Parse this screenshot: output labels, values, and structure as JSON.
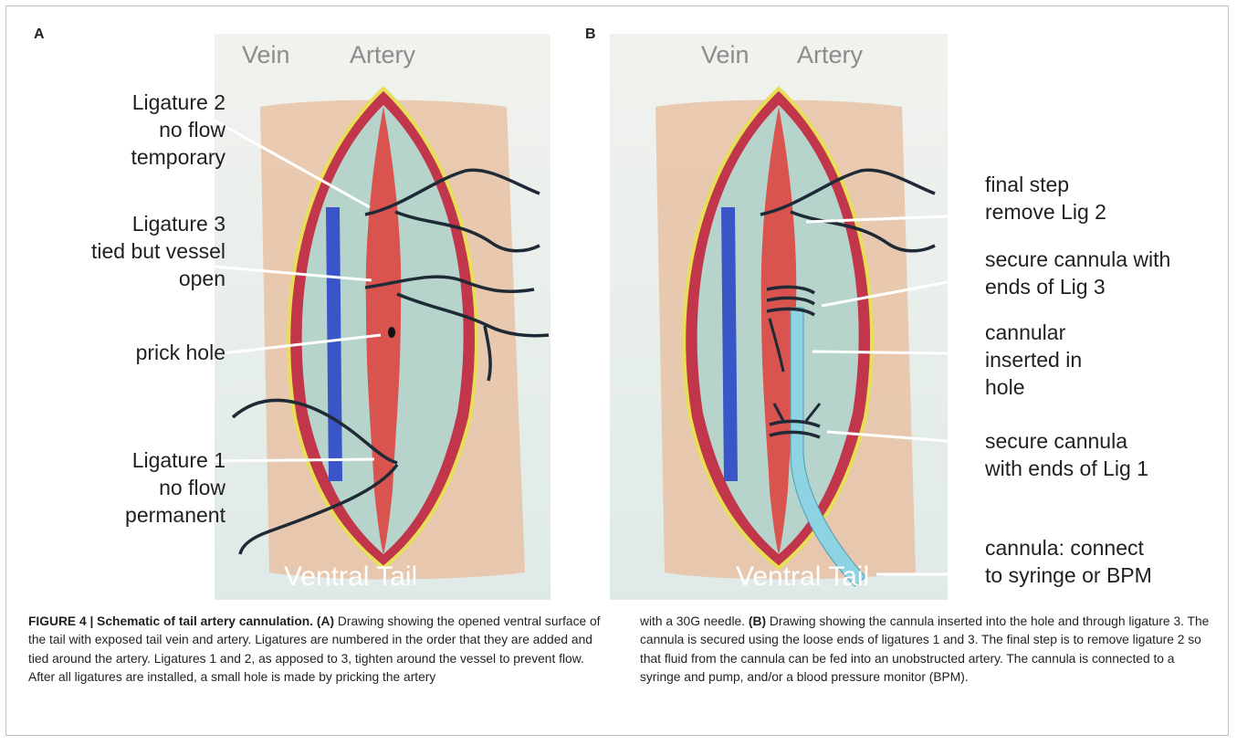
{
  "panels": {
    "a": {
      "letter": "A",
      "top_labels": {
        "vein": "Vein",
        "artery": "Artery"
      },
      "bottom_label": "Ventral Tail",
      "callouts": {
        "ligature2": [
          "Ligature 2",
          "no flow",
          "temporary"
        ],
        "ligature3": [
          "Ligature 3",
          "tied but vessel",
          "open"
        ],
        "prick_hole": [
          "prick hole"
        ],
        "ligature1": [
          "Ligature 1",
          "no flow",
          "permanent"
        ]
      }
    },
    "b": {
      "letter": "B",
      "top_labels": {
        "vein": "Vein",
        "artery": "Artery"
      },
      "bottom_label": "Ventral Tail",
      "callouts": {
        "final_step": [
          "final step",
          "remove Lig 2"
        ],
        "secure_lig3": [
          "secure cannula with",
          "ends of Lig 3"
        ],
        "cannular": [
          "cannular",
          "inserted in",
          "hole"
        ],
        "secure_lig1": [
          "secure cannula",
          "with ends of Lig 1"
        ],
        "cannula_connect": [
          "cannula: connect",
          "to syringe or BPM"
        ]
      }
    }
  },
  "caption": {
    "label": "FIGURE 4 | Schematic of tail artery cannulation.",
    "col1_panel_a": "(A)",
    "col1_text_a": " Drawing showing the opened ventral surface of the tail with exposed tail vein and artery. Ligatures are numbered in the order that they are added and tied around the artery. Ligatures 1 and 2, as apposed to 3, tighten around the vessel to prevent flow. After all ligatures are installed, a small hole is made by pricking the artery",
    "col2_text_a": "with a 30G needle. ",
    "col2_panel_b": "(B)",
    "col2_text_b": " Drawing showing the cannula inserted into the hole and through ligature 3. The cannula is secured using the loose ends of ligatures 1 and 3. The final step is to remove ligature 2 so that fluid from the cannula can be fed into an unobstructed artery. The cannula is connected to a syringe and pump, and/or a blood pressure monitor (BPM)."
  },
  "colors": {
    "skin": "#e8c2a4",
    "vein": "#3a55c8",
    "artery": "#d9534f",
    "tissue": "#b7d4cc",
    "cannula": "#8ed3e3",
    "suture": "#1e2a36",
    "border_yellow": "#e6df57",
    "incision_red": "#c2364b"
  }
}
